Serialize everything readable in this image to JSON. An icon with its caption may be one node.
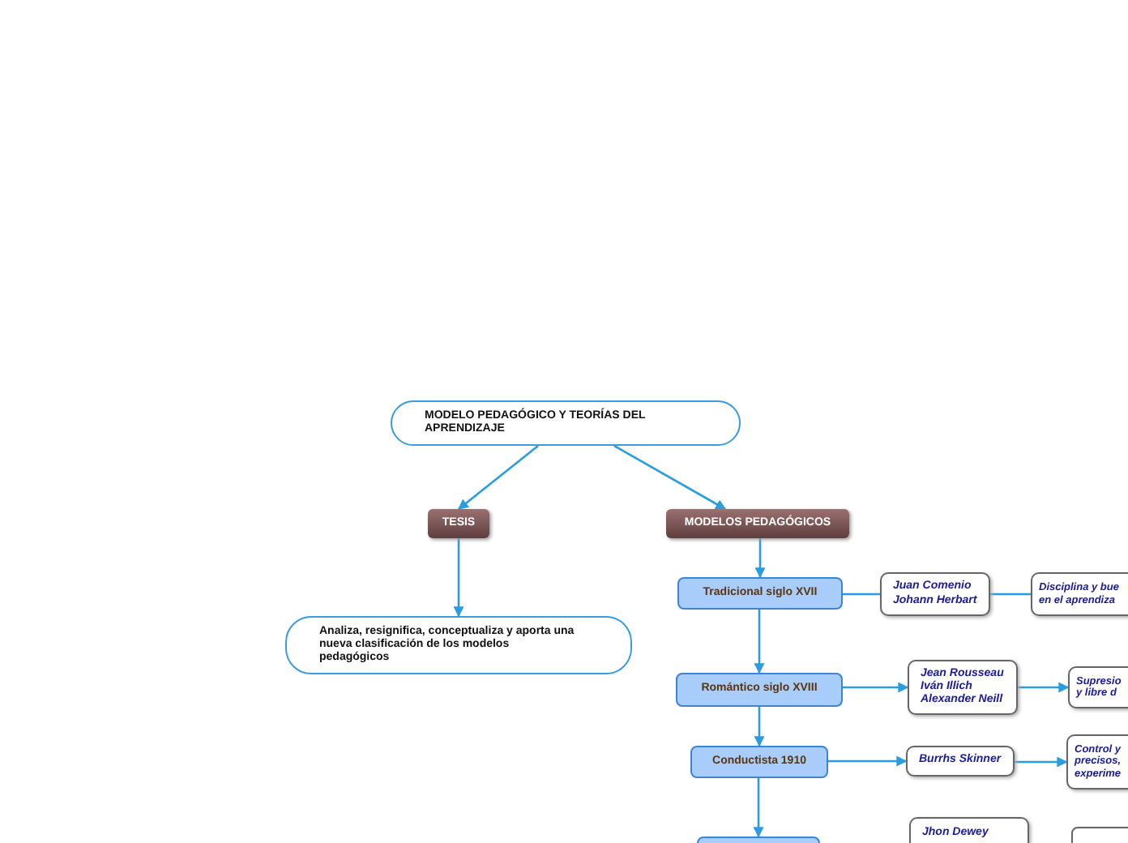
{
  "diagram": {
    "nodes": [
      {
        "text": [
          "MODELO PEDAGÓGICO Y TEORÍAS DEL APRENDIZAJE"
        ]
      },
      {
        "text": [
          "TESIS"
        ]
      },
      {
        "text": [
          "MODELOS PEDAGÓGICOS"
        ]
      },
      {
        "text": [
          "Analiza, resignifica, conceptualiza y aporta una nueva clasificación de los modelos pedagógicos"
        ]
      },
      {
        "text": [
          "Tradicional siglo XVII"
        ]
      },
      {
        "text": [
          "Juan Comenio Johann Herbart"
        ]
      },
      {
        "text": [
          "Disciplina y bue en el aprendiza"
        ]
      },
      {
        "text": [
          "Romántico siglo XVIII"
        ]
      },
      {
        "text": [
          "Jean Rousseau Iván Illich Alexander Neill"
        ]
      },
      {
        "text": [
          "Supresio y libre d"
        ]
      },
      {
        "text": [
          "Conductista 1910"
        ]
      },
      {
        "text": [
          "Burrhs Skinner"
        ]
      },
      {
        "text": [
          "Control y precisos, experime"
        ]
      },
      {
        "text": [],
        "shape": "box"
      },
      {
        "text": [
          "Jhon Dewey"
        ]
      },
      {
        "text": [],
        "shape": "box"
      }
    ],
    "edges": [
      {
        "from": 0,
        "to": 1,
        "arrow": "to"
      },
      {
        "from": 0,
        "to": 2,
        "arrow": "to"
      },
      {
        "from": 1,
        "to": 3,
        "arrow": "to"
      },
      {
        "from": 2,
        "to": 4,
        "arrow": "to"
      },
      {
        "from": 4,
        "to": 7,
        "arrow": "to"
      },
      {
        "from": 7,
        "to": 10,
        "arrow": "to"
      },
      {
        "from": 10,
        "to": 13,
        "arrow": "to"
      },
      {
        "from": 4,
        "to": 5,
        "arrow": "none"
      },
      {
        "from": 5,
        "to": 6,
        "arrow": "none"
      },
      {
        "from": 7,
        "to": 8,
        "arrow": "to"
      },
      {
        "from": 8,
        "to": 9,
        "arrow": "to"
      },
      {
        "from": 10,
        "to": 11,
        "arrow": "to"
      },
      {
        "from": 11,
        "to": 12,
        "arrow": "to"
      }
    ]
  }
}
